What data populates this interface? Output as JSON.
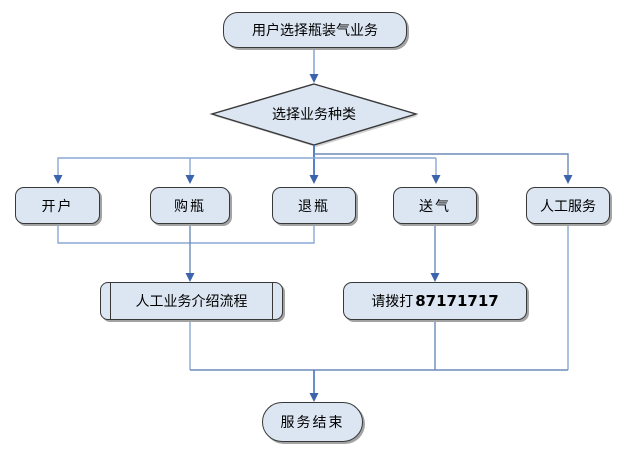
{
  "diagram": {
    "type": "flowchart",
    "background": "#ffffff",
    "colors": {
      "node_fill": "#dce6f2",
      "node_border": "#383838",
      "shadow": "#a3a3a3",
      "line_light": "#8aa9d4",
      "line_dark": "#4472c4",
      "arrowhead": "#3c64ad",
      "text": "#000000"
    },
    "nodes": {
      "start": {
        "shape": "terminator",
        "label": "用户选择瓶装气业务"
      },
      "decision": {
        "shape": "decision",
        "label": "选择业务种类"
      },
      "open_account": {
        "shape": "rounded",
        "label": "开户"
      },
      "buy_cylinder": {
        "shape": "rounded",
        "label": "购瓶"
      },
      "return_cylinder": {
        "shape": "rounded",
        "label": "退瓶"
      },
      "deliver_gas": {
        "shape": "rounded",
        "label": "送气"
      },
      "manual_service": {
        "shape": "rounded",
        "label": "人工服务"
      },
      "intro_process": {
        "shape": "predefined-process",
        "label": "人工业务介绍流程"
      },
      "call_hotline": {
        "shape": "rounded",
        "prefix": "请拨打",
        "number": "87171717"
      },
      "end": {
        "shape": "terminator",
        "label": "服务结束"
      }
    },
    "edges": [
      {
        "from": "start",
        "to": "decision",
        "arrow": true
      },
      {
        "from": "decision",
        "to": "open_account",
        "arrow": true
      },
      {
        "from": "decision",
        "to": "buy_cylinder",
        "arrow": true
      },
      {
        "from": "decision",
        "to": "return_cylinder",
        "arrow": true
      },
      {
        "from": "decision",
        "to": "deliver_gas",
        "arrow": true
      },
      {
        "from": "decision",
        "to": "manual_service",
        "arrow": true
      },
      {
        "from": "open_account",
        "to": "intro_process",
        "arrow": false
      },
      {
        "from": "return_cylinder",
        "to": "intro_process",
        "arrow": false
      },
      {
        "from": "buy_cylinder",
        "to": "intro_process",
        "arrow": true
      },
      {
        "from": "deliver_gas",
        "to": "call_hotline",
        "arrow": true
      },
      {
        "from": "intro_process",
        "to": "end",
        "arrow": true
      },
      {
        "from": "call_hotline",
        "to": "end",
        "arrow": true
      },
      {
        "from": "manual_service",
        "to": "end",
        "arrow": true
      }
    ]
  }
}
